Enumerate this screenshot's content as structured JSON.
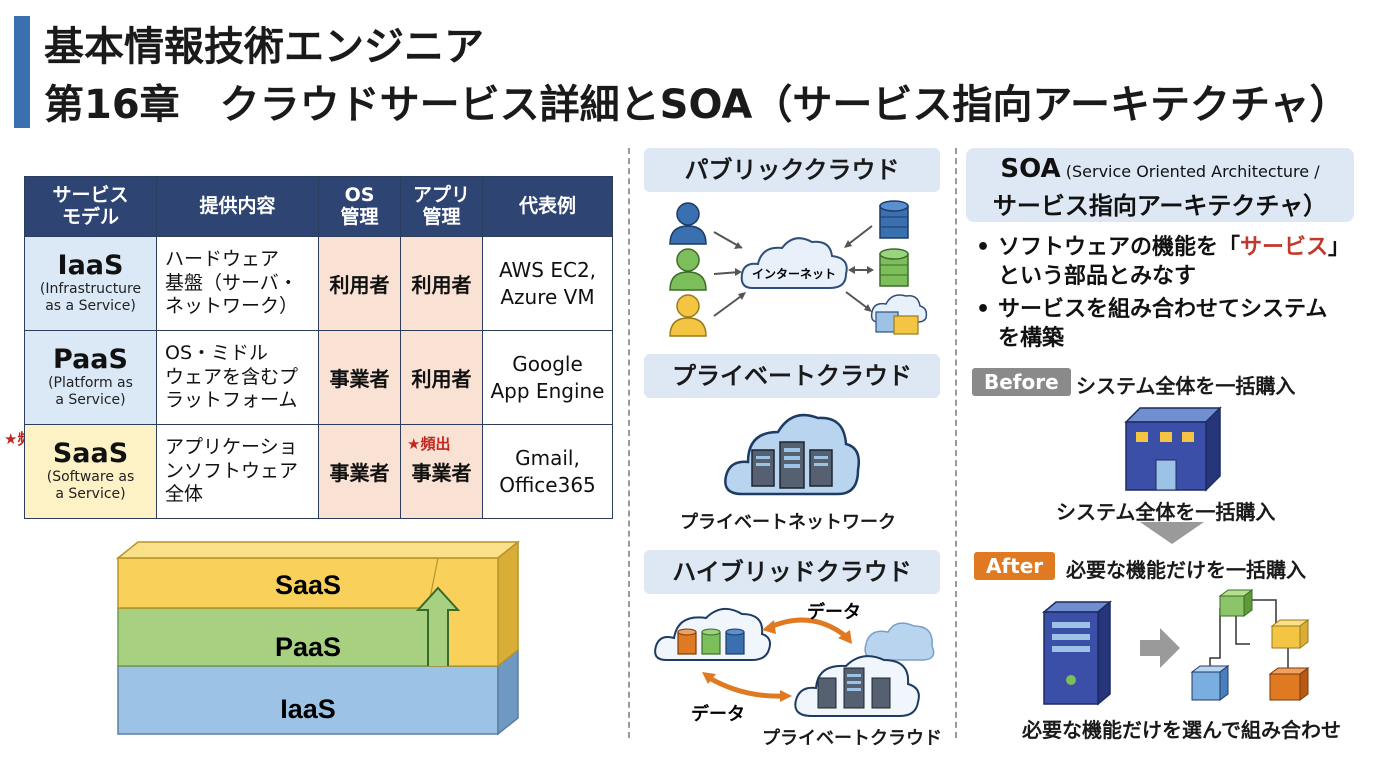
{
  "title": {
    "line1": "基本情報技術エンジニア",
    "line2": "第16章　クラウドサービス詳細とSOA（サービス指向アーキテクチャ）"
  },
  "service_table": {
    "headers": [
      "サービス\nモデル",
      "提供内容",
      "OS\n管理",
      "アプリ\n管理",
      "代表例"
    ],
    "rows": [
      {
        "name": "IaaS",
        "sub": "(Infrastructure\nas a Service)",
        "content": "ハードウェア\n基盤（サーバ・\nネットワーク）",
        "os": "利用者",
        "app": "利用者",
        "example": "AWS EC2,\nAzure VM"
      },
      {
        "name": "PaaS",
        "sub": "(Platform as\na Service)",
        "content": "OS・ミドル\nウェアを含むプ\nラットフォーム",
        "os": "事業者",
        "app": "利用者",
        "example": "Google\nApp Engine"
      },
      {
        "name": "SaaS",
        "sub": "(Software as\na Service)",
        "content": "アプリケーショ\nンソフトウェア\n全体",
        "os": "事業者",
        "app": "事業者",
        "example": "Gmail,\nOffice365"
      }
    ],
    "freq_label": "★頻出"
  },
  "stack": {
    "layers": [
      "SaaS",
      "PaaS",
      "IaaS"
    ],
    "colors": {
      "saas": "#f9d15a",
      "paas": "#a8d081",
      "iaas": "#9cc3e6"
    }
  },
  "cloud_types": {
    "public": {
      "label": "パブリッククラウド",
      "center": "インターネット"
    },
    "private": {
      "label": "プライベートクラウド",
      "caption": "プライベートネットワーク"
    },
    "hybrid": {
      "label": "ハイブリッドクラウド",
      "data_top": "データ",
      "data_bottom": "データ",
      "caption": "プライベートクラウド"
    }
  },
  "soa": {
    "abbr": "SOA",
    "full": "(Service Oriented Architecture /",
    "jp": "サービス指向アーキテクチャ）",
    "bullet1_a": "ソフトウェアの機能を「",
    "bullet1_hl": "サービス",
    "bullet1_b": "」",
    "bullet1_c": "という部品とみなす",
    "bullet2_a": "サービスを組み合わせてシステム",
    "bullet2_b": "を構築",
    "before_tag": "Before",
    "before_text": "システム全体を一括購入",
    "before_caption": "システム全体を一括購入",
    "after_tag": "After",
    "after_text": "必要な機能だけを一括購入",
    "after_caption": "必要な機能だけを選んで組み合わせ"
  },
  "colors": {
    "accent": "#3a6fb0",
    "header": "#2e4472",
    "highlight": "#c0392b",
    "after": "#e07a22"
  }
}
